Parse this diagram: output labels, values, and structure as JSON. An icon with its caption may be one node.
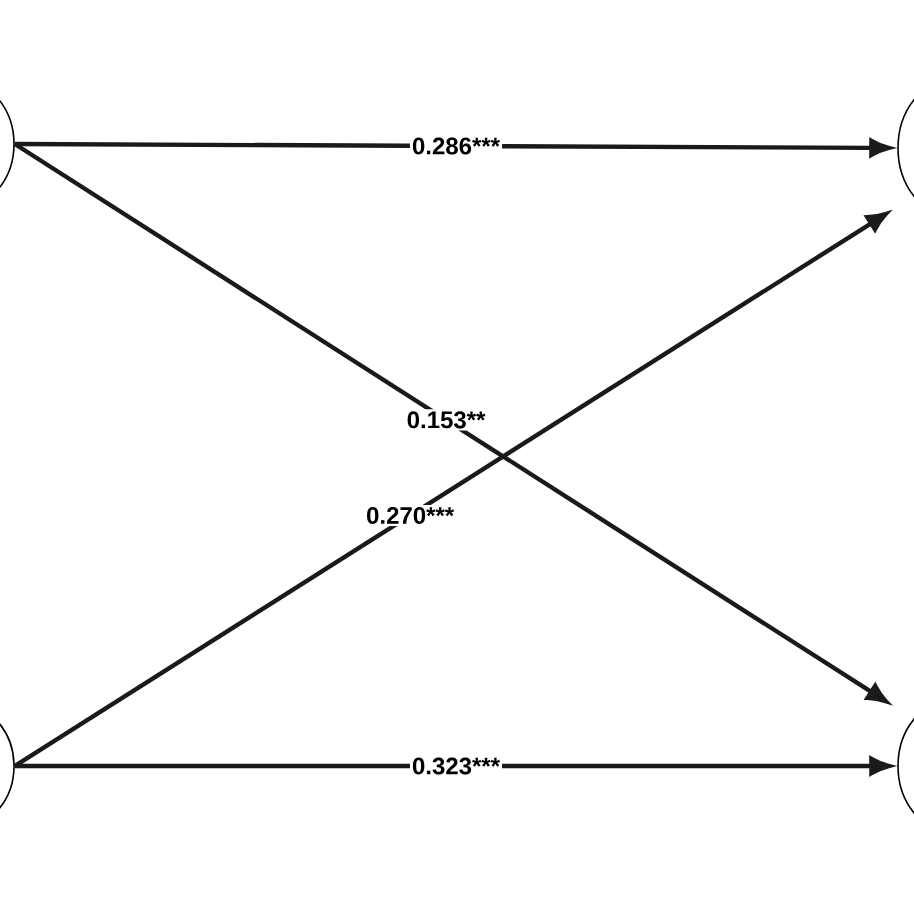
{
  "diagram": {
    "nodes": [
      {
        "text": [],
        "shape": "ellipse"
      },
      {
        "text": [],
        "shape": "ellipse"
      },
      {
        "text": [],
        "shape": "ellipse"
      },
      {
        "text": [],
        "shape": "ellipse"
      }
    ],
    "edges": [
      {
        "from": 0,
        "to": 1,
        "arrow": "to",
        "label": "0.286***"
      },
      {
        "from": 0,
        "to": 3,
        "arrow": "to",
        "label": "0.153**"
      },
      {
        "from": 2,
        "to": 1,
        "arrow": "to",
        "label": "0.270***"
      },
      {
        "from": 2,
        "to": 3,
        "arrow": "to",
        "label": "0.323***"
      }
    ]
  }
}
